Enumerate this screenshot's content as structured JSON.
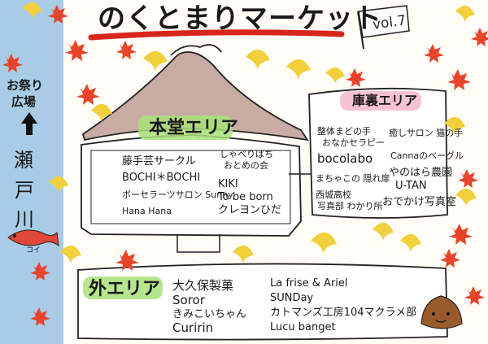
{
  "header": {
    "title": "のくとまりマーケット",
    "flag": "vol.7"
  },
  "sidebar": {
    "festival_line1": "お祭り",
    "festival_line2": "広場",
    "seto_chars": [
      "瀬",
      "戸",
      "川"
    ],
    "fish_label": "コイ"
  },
  "hondo": {
    "label": "本堂エリア",
    "shops": [
      "藤手芸サークル",
      "BOCHI＊BOCHI",
      "ポーセラーツサロン Sunny",
      "Hana Hana",
      "しゃべりばち",
      "おとめの会",
      "KIKI",
      "To be born",
      "クレヨンひだ"
    ]
  },
  "kuri": {
    "label": "庫裏エリア",
    "shops": [
      "整体まどの手",
      "おなかセラピー",
      "bocolabo",
      "まちゃこの 隠れ扉",
      "西城高校",
      "写真部 わかり所",
      "癒しサロン 猫の手",
      "Cannaのベーグル",
      "やのはら農園",
      "U-TAN",
      "おでかけ写真室"
    ]
  },
  "soto": {
    "label": "外エリア",
    "shops": [
      "大久保製菓",
      "Soror",
      "きみこいちゃん",
      "Curirin",
      "La frise & Ariel",
      "SUNDay",
      "カトマンズ工房104マクラメ部",
      "Lucu banget"
    ]
  },
  "colors": {
    "title_underline": "#d9261c",
    "sidebar_water": "#a9cce6",
    "roof_fill": "#c8aba3",
    "hondo_marker": "#a9e07a",
    "kuri_marker": "#f6b8cc",
    "soto_marker": "#a9e07a",
    "maple_leaf": "#e8442b",
    "ginkgo_leaf": "#f2d03b"
  }
}
